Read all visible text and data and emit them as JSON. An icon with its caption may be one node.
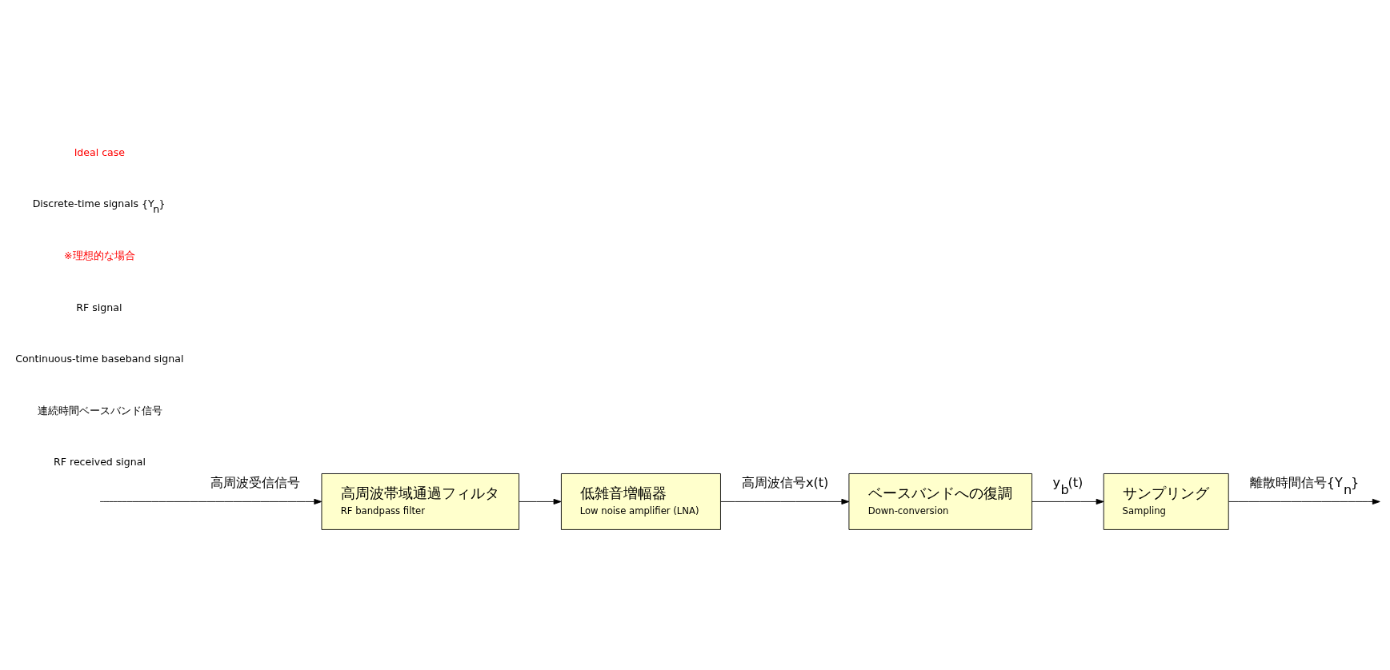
{
  "diagram": {
    "nodes": [
      {
        "text": [
          "高周波帯域通過フィルタ",
          "RF bandpass filter"
        ]
      },
      {
        "text": [
          "低雑音増幅器",
          "Low noise amplifier (LNA)"
        ]
      },
      {
        "text": [
          "ベースバンドへの復調",
          "Down-conversion"
        ]
      },
      {
        "text": [
          "サンプリング",
          "Sampling"
        ]
      }
    ],
    "edges": [
      {
        "from": null,
        "to": 0,
        "arrow": "to",
        "label": "高周波受信信号"
      },
      {
        "from": 0,
        "to": 1,
        "arrow": "to"
      },
      {
        "from": 1,
        "to": 2,
        "arrow": "to",
        "label": "高周波信号x(t)"
      },
      {
        "from": 2,
        "to": 3,
        "arrow": "to",
        "label": "y$_{b}$(t)"
      },
      {
        "from": 3,
        "to": null,
        "arrow": "to",
        "label": "離散時間信号{Y$_{n}$}"
      }
    ],
    "labels": [
      "RF received signal",
      "連続時間ベースバンド信号",
      "Continuous-time baseband signal",
      "RF signal",
      "※理想的な場合",
      "Discrete-time signals {Y$_{n}$}",
      "Ideal case"
    ]
  }
}
